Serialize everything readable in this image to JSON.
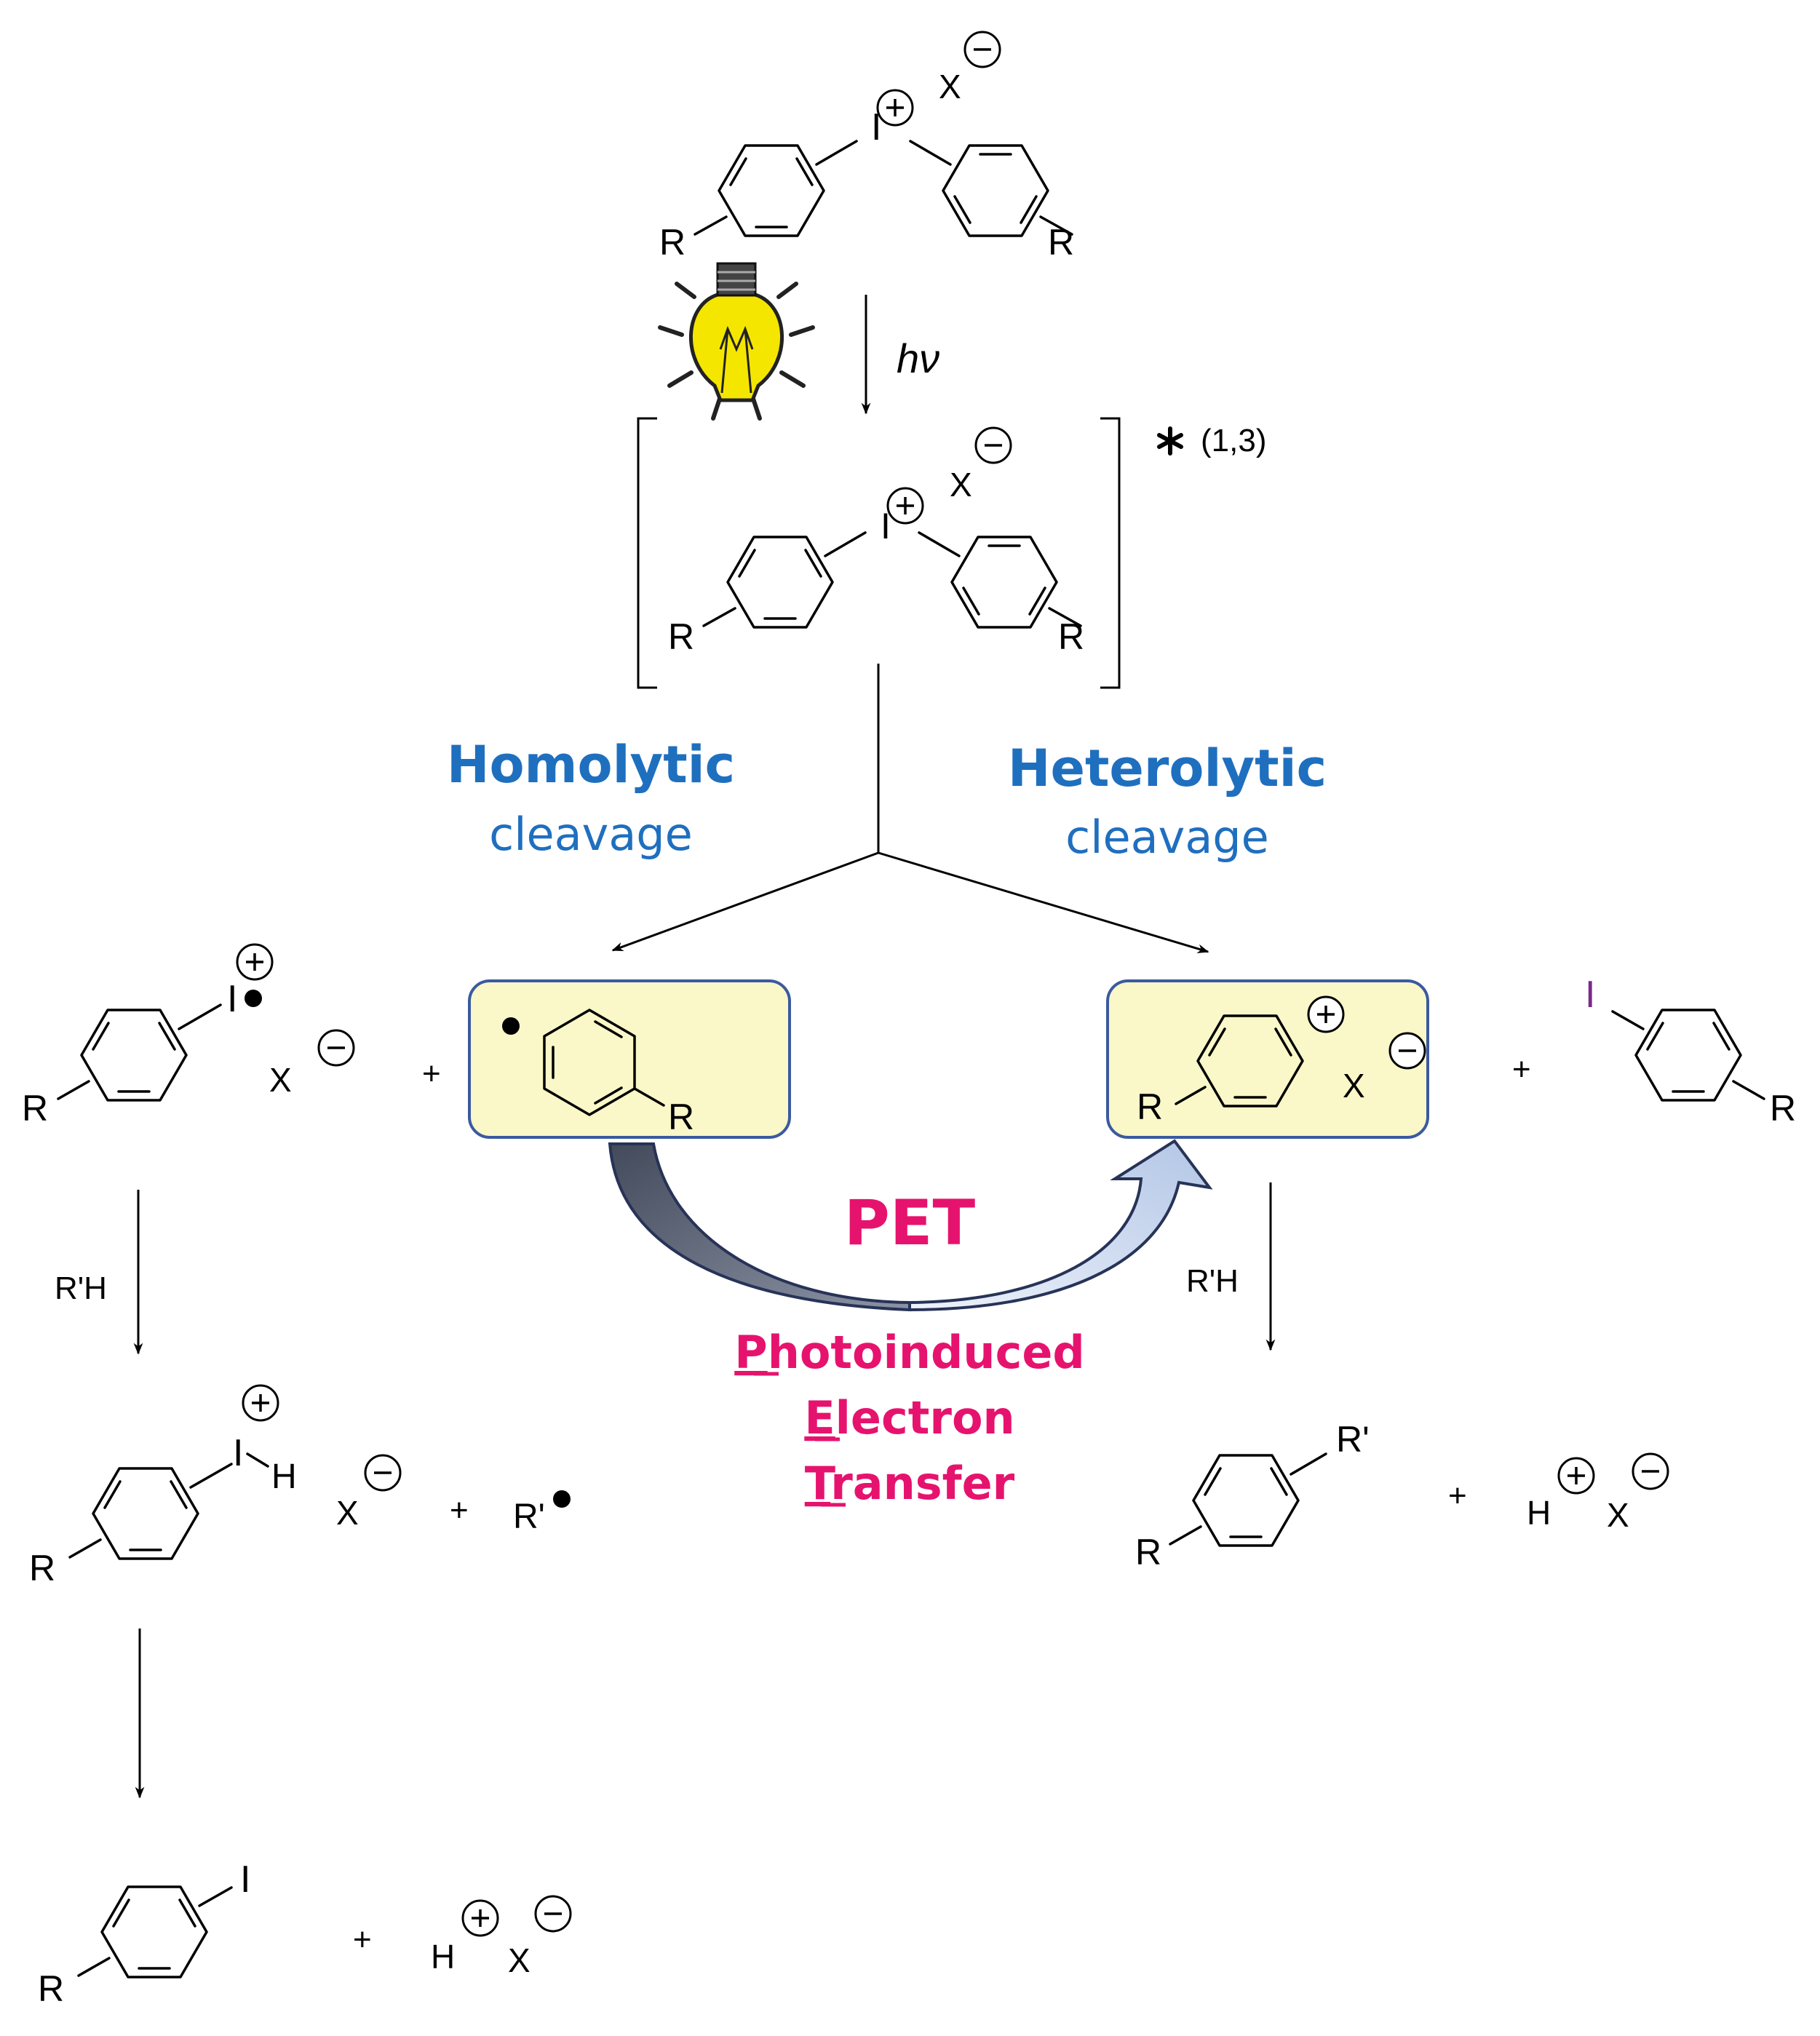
{
  "labels": {
    "hv": "hν",
    "excited": "(1,3)",
    "homolytic": "Homolytic",
    "homolytic_sub": "cleavage",
    "heterolytic": "Heterolytic",
    "heterolytic_sub": "cleavage",
    "pet": "PET",
    "pet_1_initial": "P",
    "pet_1_rest": "hotoinduced",
    "pet_2_initial": "E",
    "pet_2_rest": "lectron",
    "pet_3_initial": "T",
    "pet_3_rest": "ransfer",
    "reagent": "R'H",
    "plus": "+"
  },
  "atoms": {
    "R": "R",
    "I": "I",
    "X": "X",
    "H": "H",
    "R_prime": "R'"
  },
  "colors": {
    "blue_text": "#1f6fbf",
    "pink_text": "#e6136e",
    "box_fill": "#faf7c8",
    "box_stroke": "#3a5aa0",
    "bulb": "#f5e600",
    "iodine_purple": "#7a2a8c",
    "arrow_dark": "#5e6778",
    "arrow_light": "#c5d3ea"
  }
}
